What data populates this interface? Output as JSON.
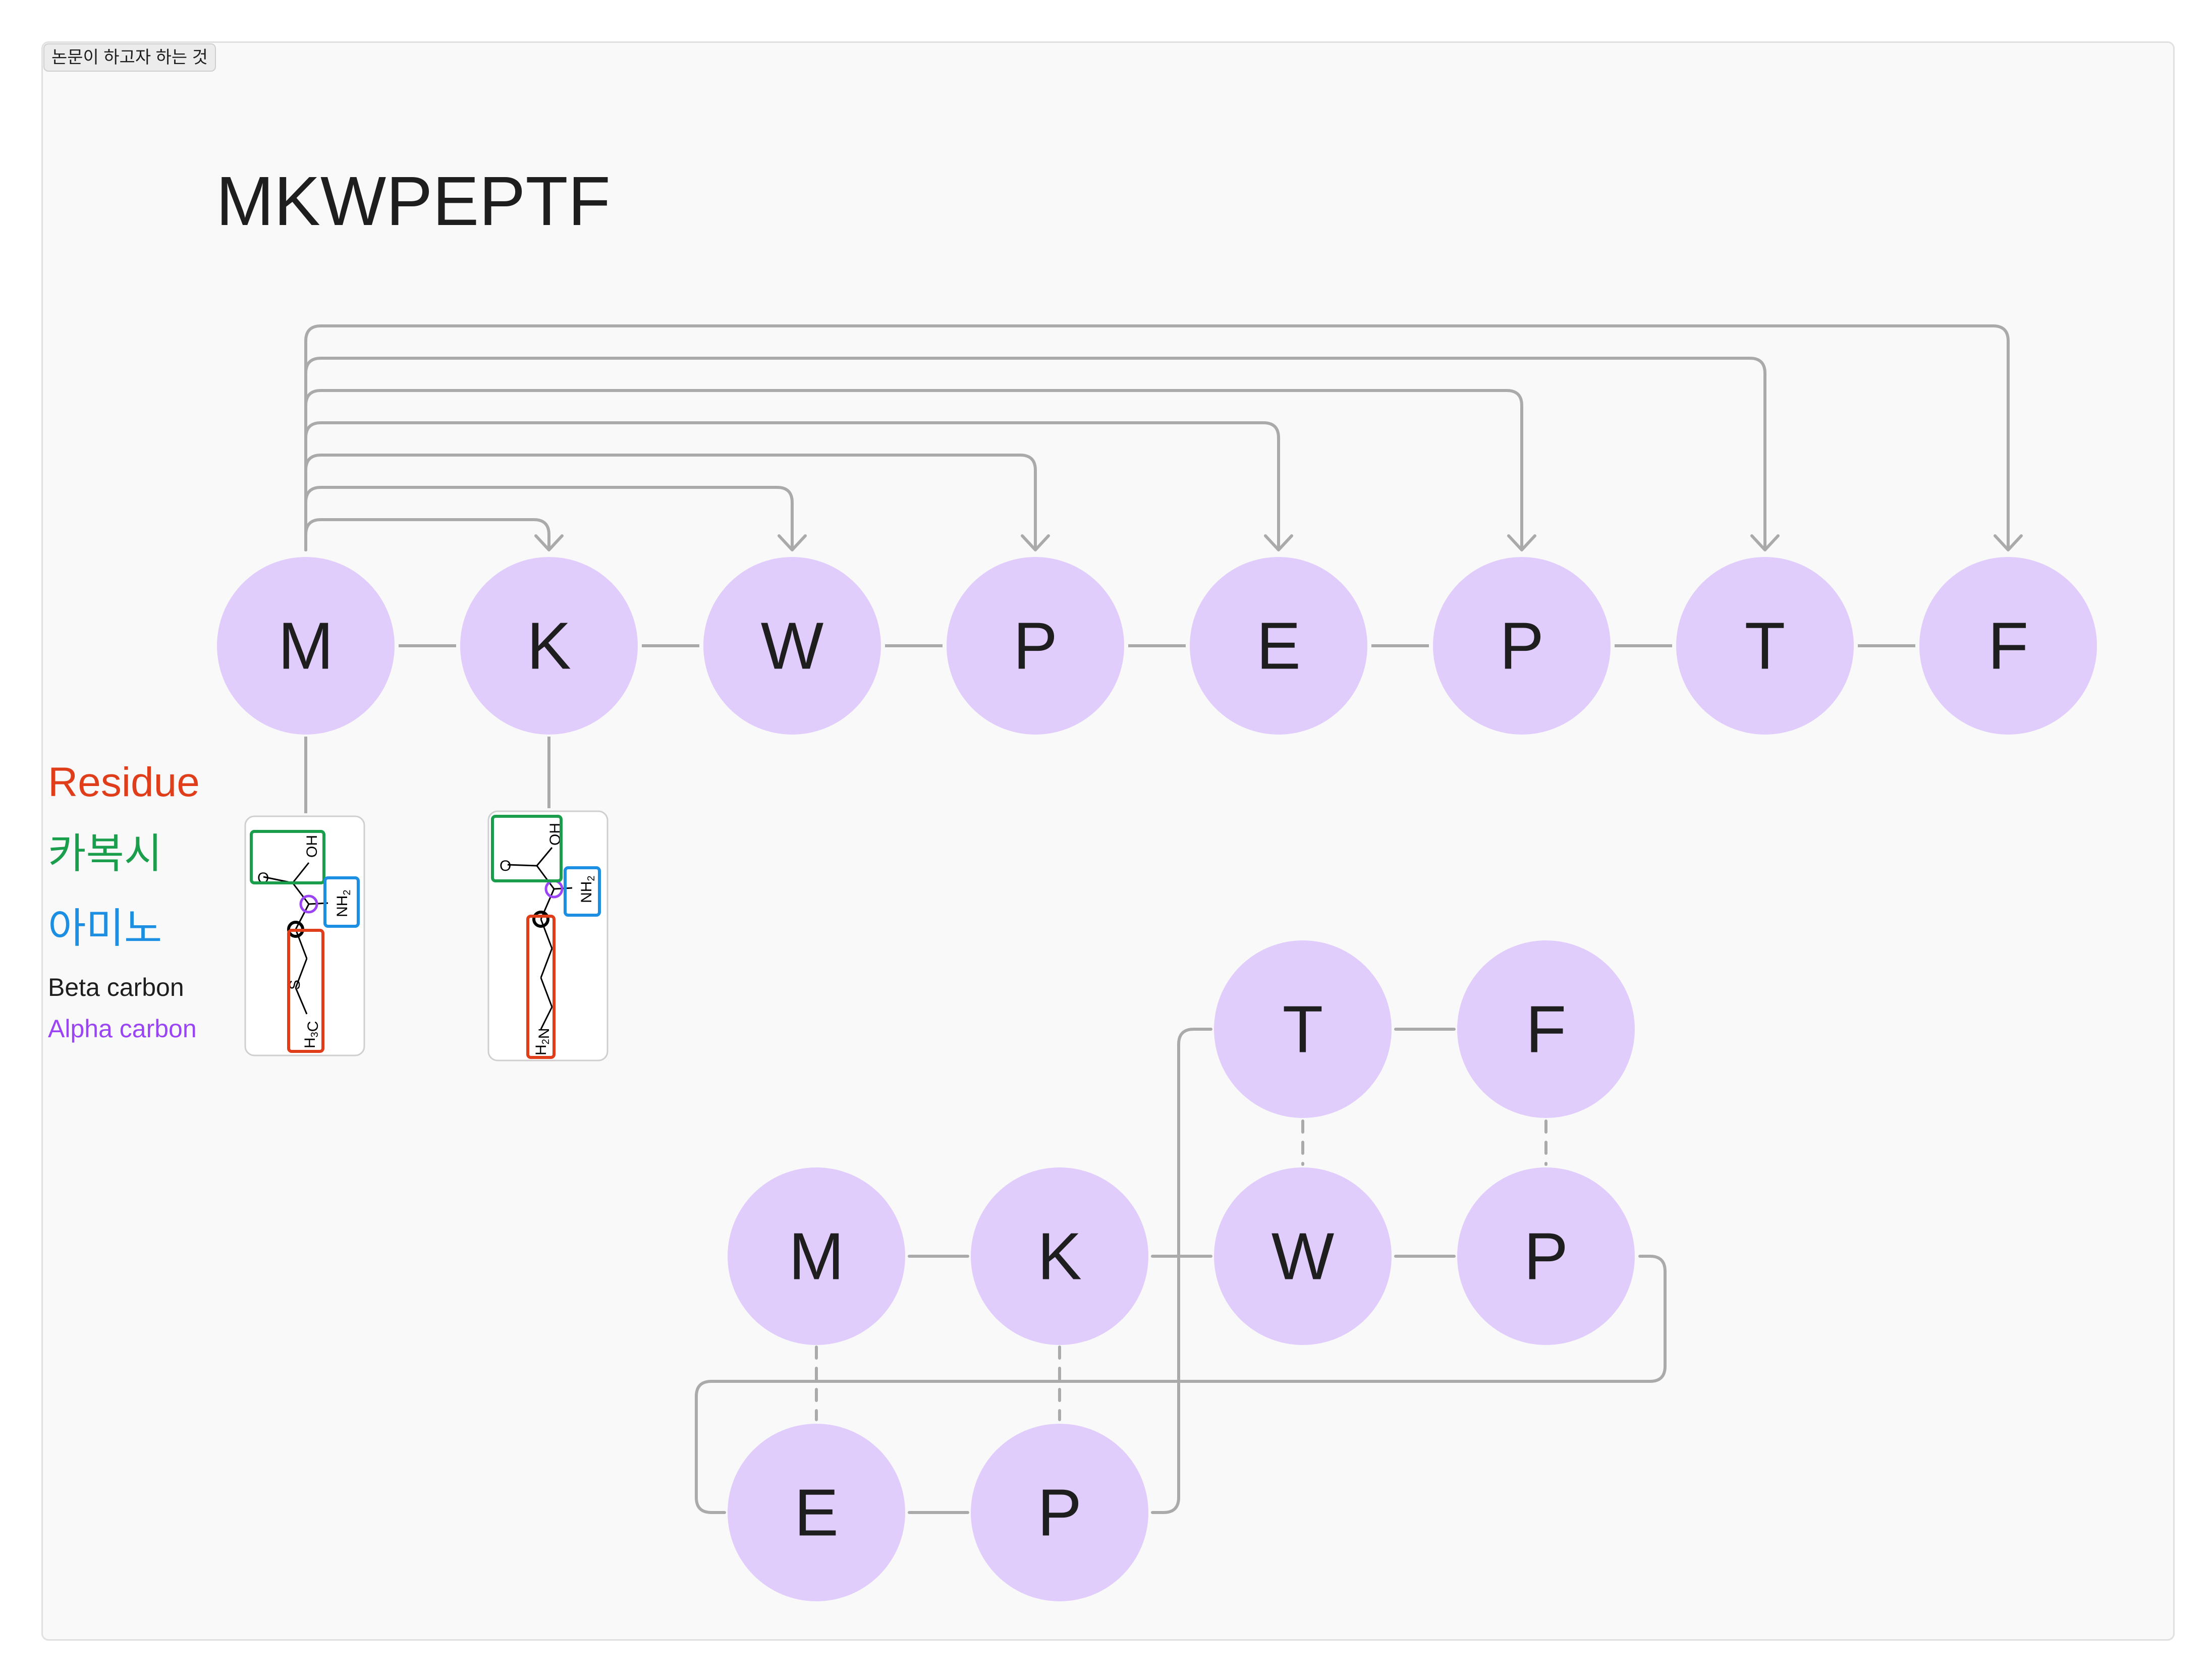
{
  "frame": {
    "label": "논문이 하고자 하는 것"
  },
  "title": "MKWPEPTF",
  "colors": {
    "node_fill": "#e1cdfc",
    "connector": "#aaaaaa",
    "residue": "#e03e1a",
    "carboxyl": "#1a9e4b",
    "amino": "#1c8fe3",
    "beta_carbon": "#1e1e1e",
    "alpha_carbon": "#9b44f5"
  },
  "sequence": {
    "residues": [
      "M",
      "K",
      "W",
      "P",
      "E",
      "P",
      "T",
      "F"
    ]
  },
  "legend": {
    "residue": "Residue",
    "carboxyl": "카복시",
    "amino": "아미노",
    "beta_carbon": "Beta carbon",
    "alpha_carbon": "Alpha carbon"
  },
  "structures": {
    "methionine": {
      "oh": "OH",
      "o": "O",
      "nh2": "NH2",
      "s": "S",
      "ch3": "H3C"
    },
    "lysine": {
      "oh": "OH",
      "o": "O",
      "nh2": "NH2",
      "nh2_side": "H2N"
    }
  },
  "folded": {
    "nodes": {
      "m": "M",
      "k": "K",
      "w": "W",
      "p1": "P",
      "t": "T",
      "f": "F",
      "e": "E",
      "p2": "P"
    }
  }
}
